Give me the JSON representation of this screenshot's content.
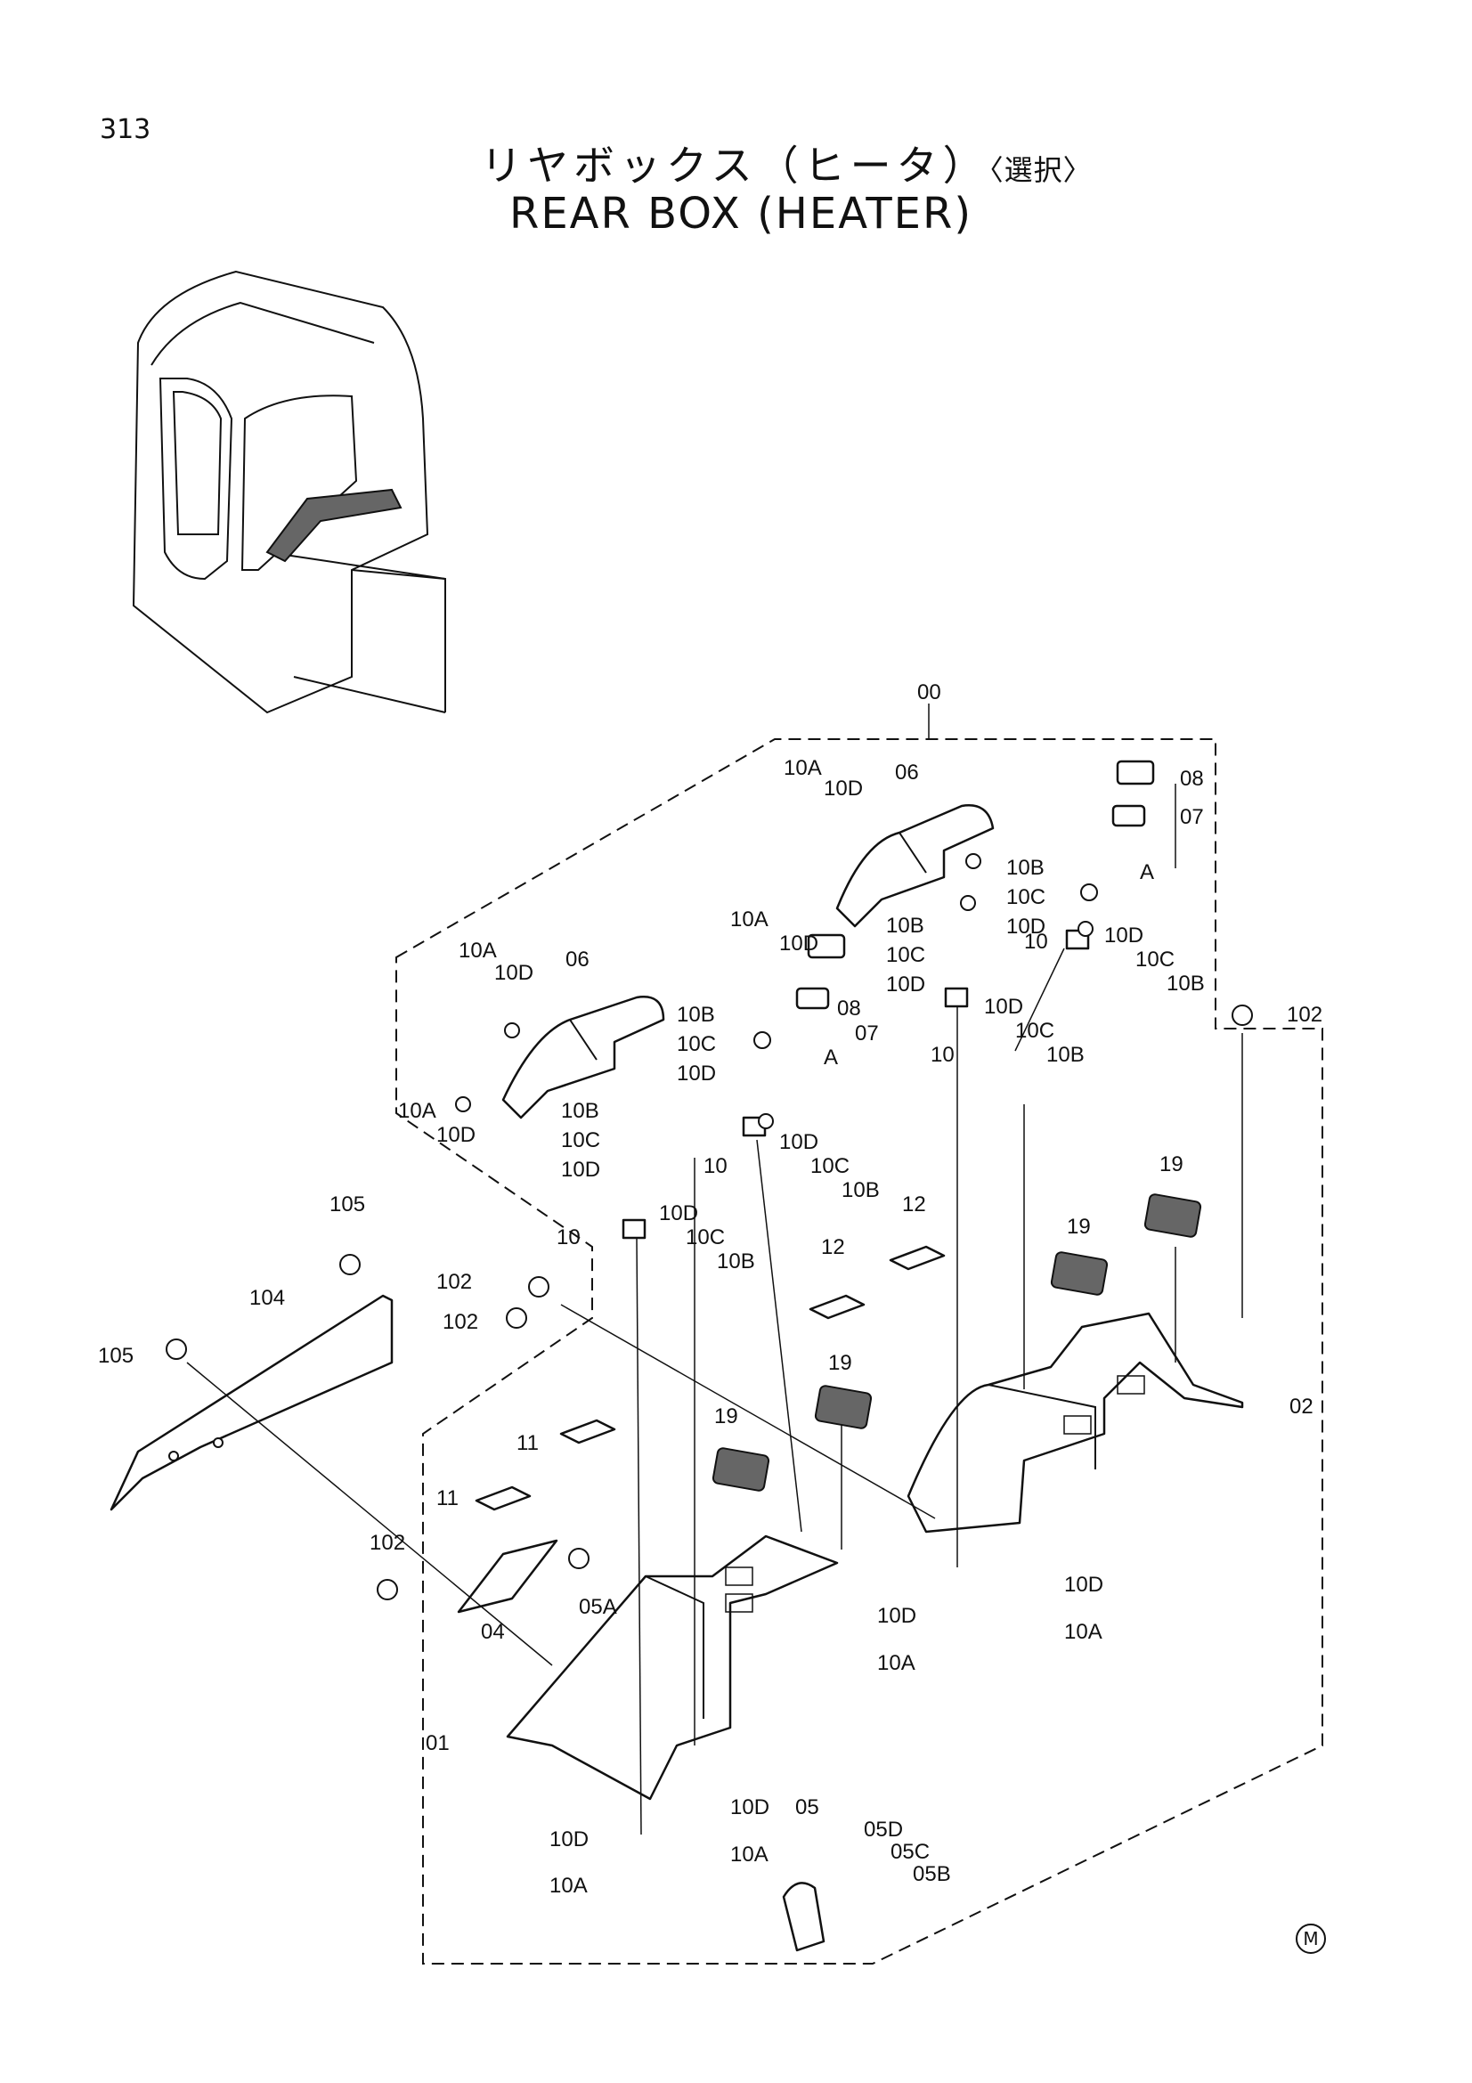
{
  "page_number": "313",
  "title_jp": "リヤボックス（ヒータ）",
  "title_jp_option": "〈選択〉",
  "title_en": "REAR BOX (HEATER)",
  "mark": "M",
  "labels": [
    {
      "id": "00",
      "text": "00"
    },
    {
      "id": "10A_a",
      "text": "10A"
    },
    {
      "id": "10D_a",
      "text": "10D"
    },
    {
      "id": "06_a",
      "text": "06"
    },
    {
      "id": "08_a",
      "text": "08"
    },
    {
      "id": "07_a",
      "text": "07"
    },
    {
      "id": "A_a",
      "text": "A"
    },
    {
      "id": "10A_b",
      "text": "10A"
    },
    {
      "id": "10D_b",
      "text": "10D"
    },
    {
      "id": "10B_a",
      "text": "10B"
    },
    {
      "id": "10C_a",
      "text": "10C"
    },
    {
      "id": "10D_c",
      "text": "10D"
    },
    {
      "id": "10B_b",
      "text": "10B"
    },
    {
      "id": "10C_b",
      "text": "10C"
    },
    {
      "id": "10D_d",
      "text": "10D"
    },
    {
      "id": "10_a",
      "text": "10"
    },
    {
      "id": "10D_e",
      "text": "10D"
    },
    {
      "id": "10C_c",
      "text": "10C"
    },
    {
      "id": "10B_c",
      "text": "10B"
    },
    {
      "id": "102_a",
      "text": "102"
    },
    {
      "id": "10D_f",
      "text": "10D"
    },
    {
      "id": "10C_d",
      "text": "10C"
    },
    {
      "id": "10B_d",
      "text": "10B"
    },
    {
      "id": "10_b",
      "text": "10"
    },
    {
      "id": "10A_c",
      "text": "10A"
    },
    {
      "id": "10D_g",
      "text": "10D"
    },
    {
      "id": "06_b",
      "text": "06"
    },
    {
      "id": "10A_d",
      "text": "10A"
    },
    {
      "id": "10D_h",
      "text": "10D"
    },
    {
      "id": "08_b",
      "text": "08"
    },
    {
      "id": "07_b",
      "text": "07"
    },
    {
      "id": "A_b",
      "text": "A"
    },
    {
      "id": "10B_e",
      "text": "10B"
    },
    {
      "id": "10C_e",
      "text": "10C"
    },
    {
      "id": "10D_i",
      "text": "10D"
    },
    {
      "id": "10B_f",
      "text": "10B"
    },
    {
      "id": "10C_f",
      "text": "10C"
    },
    {
      "id": "10D_j",
      "text": "10D"
    },
    {
      "id": "10_c",
      "text": "10"
    },
    {
      "id": "10D_k",
      "text": "10D"
    },
    {
      "id": "10C_g",
      "text": "10C"
    },
    {
      "id": "10B_g",
      "text": "10B"
    },
    {
      "id": "10_d",
      "text": "10"
    },
    {
      "id": "10D_l",
      "text": "10D"
    },
    {
      "id": "10C_h",
      "text": "10C"
    },
    {
      "id": "10B_h",
      "text": "10B"
    },
    {
      "id": "105_a",
      "text": "105"
    },
    {
      "id": "104",
      "text": "104"
    },
    {
      "id": "105_b",
      "text": "105"
    },
    {
      "id": "102_b",
      "text": "102"
    },
    {
      "id": "102_c",
      "text": "102"
    },
    {
      "id": "19_a",
      "text": "19"
    },
    {
      "id": "19_b",
      "text": "19"
    },
    {
      "id": "12_a",
      "text": "12"
    },
    {
      "id": "12_b",
      "text": "12"
    },
    {
      "id": "19_c",
      "text": "19"
    },
    {
      "id": "19_d",
      "text": "19"
    },
    {
      "id": "02",
      "text": "02"
    },
    {
      "id": "11_a",
      "text": "11"
    },
    {
      "id": "11_b",
      "text": "11"
    },
    {
      "id": "102_d",
      "text": "102"
    },
    {
      "id": "05A",
      "text": "05A"
    },
    {
      "id": "04",
      "text": "04"
    },
    {
      "id": "01",
      "text": "01"
    },
    {
      "id": "10D_m",
      "text": "10D"
    },
    {
      "id": "10A_e",
      "text": "10A"
    },
    {
      "id": "10D_n",
      "text": "10D"
    },
    {
      "id": "10A_f",
      "text": "10A"
    },
    {
      "id": "10D_o",
      "text": "10D"
    },
    {
      "id": "10D_p",
      "text": "10D"
    },
    {
      "id": "10A_g",
      "text": "10A"
    },
    {
      "id": "10A_h",
      "text": "10A"
    },
    {
      "id": "05",
      "text": "05"
    },
    {
      "id": "05D",
      "text": "05D"
    },
    {
      "id": "05C",
      "text": "05C"
    },
    {
      "id": "05B",
      "text": "05B"
    }
  ]
}
